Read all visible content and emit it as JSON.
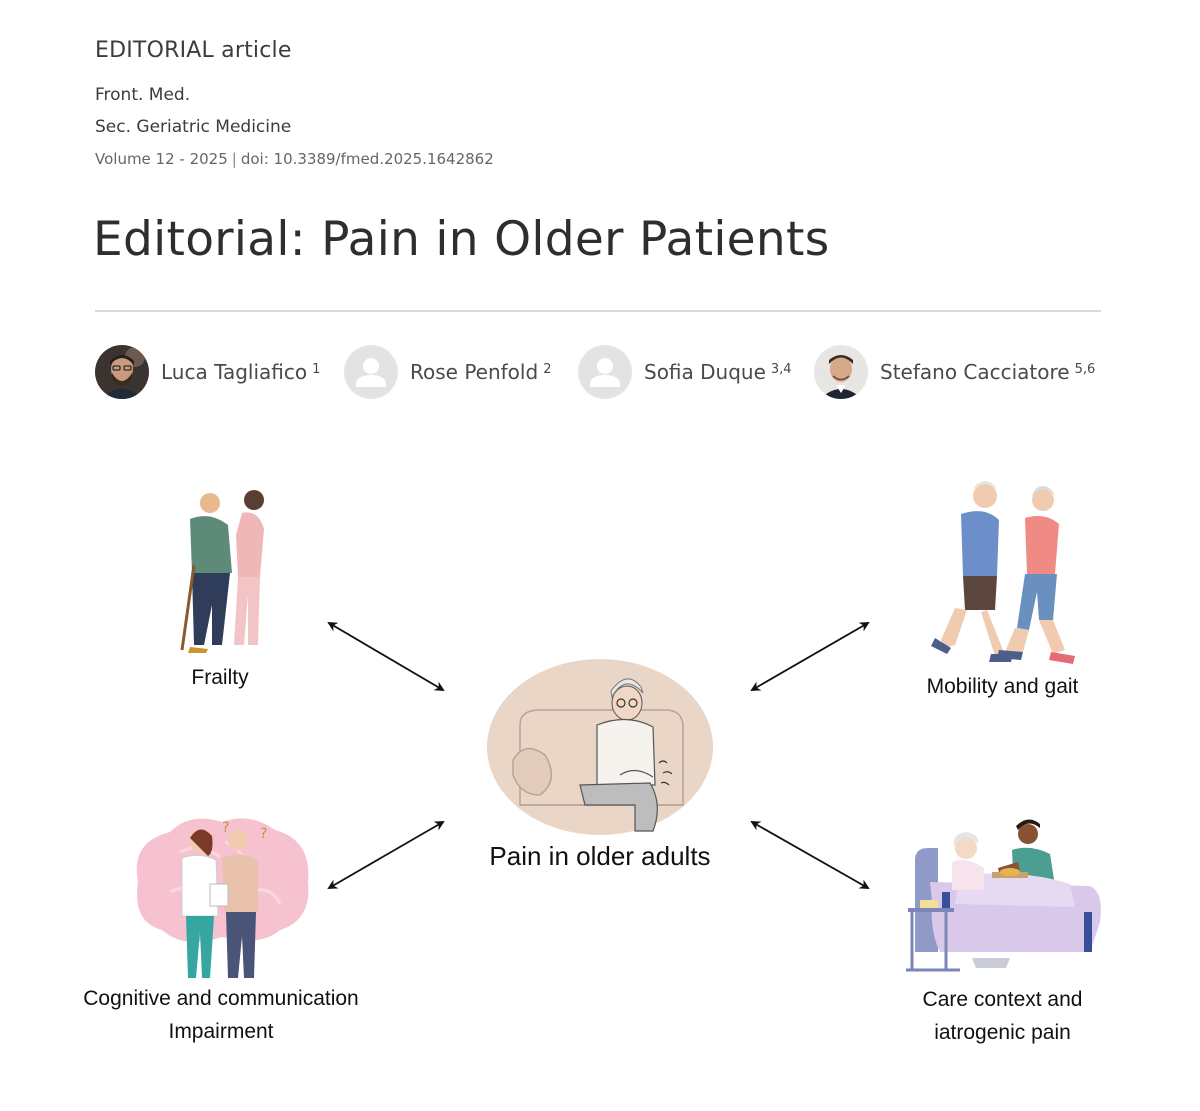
{
  "header": {
    "article_type": "EDITORIAL article",
    "journal": "Front. Med.",
    "section": "Sec. Geriatric Medicine",
    "volume": "Volume 12 - 2025",
    "separator": "|",
    "doi": "doi: 10.3389/fmed.2025.1642862",
    "title": "Editorial: Pain in Older Patients"
  },
  "authors": [
    {
      "name": "Luca Tagliafico",
      "affiliation": "1",
      "avatar": "photo"
    },
    {
      "name": "Rose Penfold",
      "affiliation": "2",
      "avatar": "placeholder"
    },
    {
      "name": "Sofia Duque",
      "affiliation": "3,4",
      "avatar": "placeholder"
    },
    {
      "name": "Stefano Cacciatore",
      "affiliation": "5,6",
      "avatar": "photo"
    }
  ],
  "figure": {
    "center": {
      "label": "Pain in older adults",
      "icon": "elderly-man-knee-pain-icon"
    },
    "nodes": [
      {
        "label_lines": [
          "Frailty"
        ],
        "icon": "frail-elderly-walking-with-cane-icon"
      },
      {
        "label_lines": [
          "Mobility and gait"
        ],
        "icon": "elderly-couple-jogging-icon"
      },
      {
        "label_lines": [
          "Cognitive and communication",
          "Impairment"
        ],
        "icon": "brain-doctor-patient-icon"
      },
      {
        "label_lines": [
          "Care context and",
          "iatrogenic pain"
        ],
        "icon": "nurse-feeding-patient-in-bed-icon"
      }
    ],
    "colors": {
      "arrow": "#111111",
      "center_bg": "#e9d6c7",
      "brain": "#f6c2d0"
    }
  }
}
